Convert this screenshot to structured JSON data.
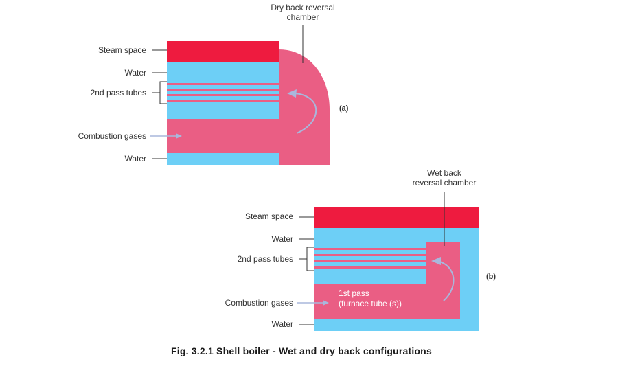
{
  "figure": {
    "caption": "Fig. 3.2.1 Shell boiler - Wet and dry back configurations"
  },
  "colors": {
    "steam": "#ee1b3f",
    "water": "#6dcff6",
    "gas": "#ea5e84",
    "arrow": "#a9b7dc",
    "leader": "#333333"
  },
  "diagram_a": {
    "tag": "(a)",
    "chamber_label_lines": [
      "Dry back reversal",
      "chamber"
    ],
    "labels": {
      "steam_space": "Steam space",
      "water_top": "Water",
      "tubes": "2nd pass tubes",
      "combustion": "Combustion gases",
      "water_bottom": "Water"
    }
  },
  "diagram_b": {
    "tag": "(b)",
    "chamber_label_lines": [
      "Wet back",
      "reversal chamber"
    ],
    "labels": {
      "steam_space": "Steam space",
      "water_top": "Water",
      "tubes": "2nd pass tubes",
      "combustion": "Combustion gases",
      "water_bottom": "Water"
    },
    "first_pass_lines": [
      "1st pass",
      "(furnace tube (s))"
    ]
  }
}
